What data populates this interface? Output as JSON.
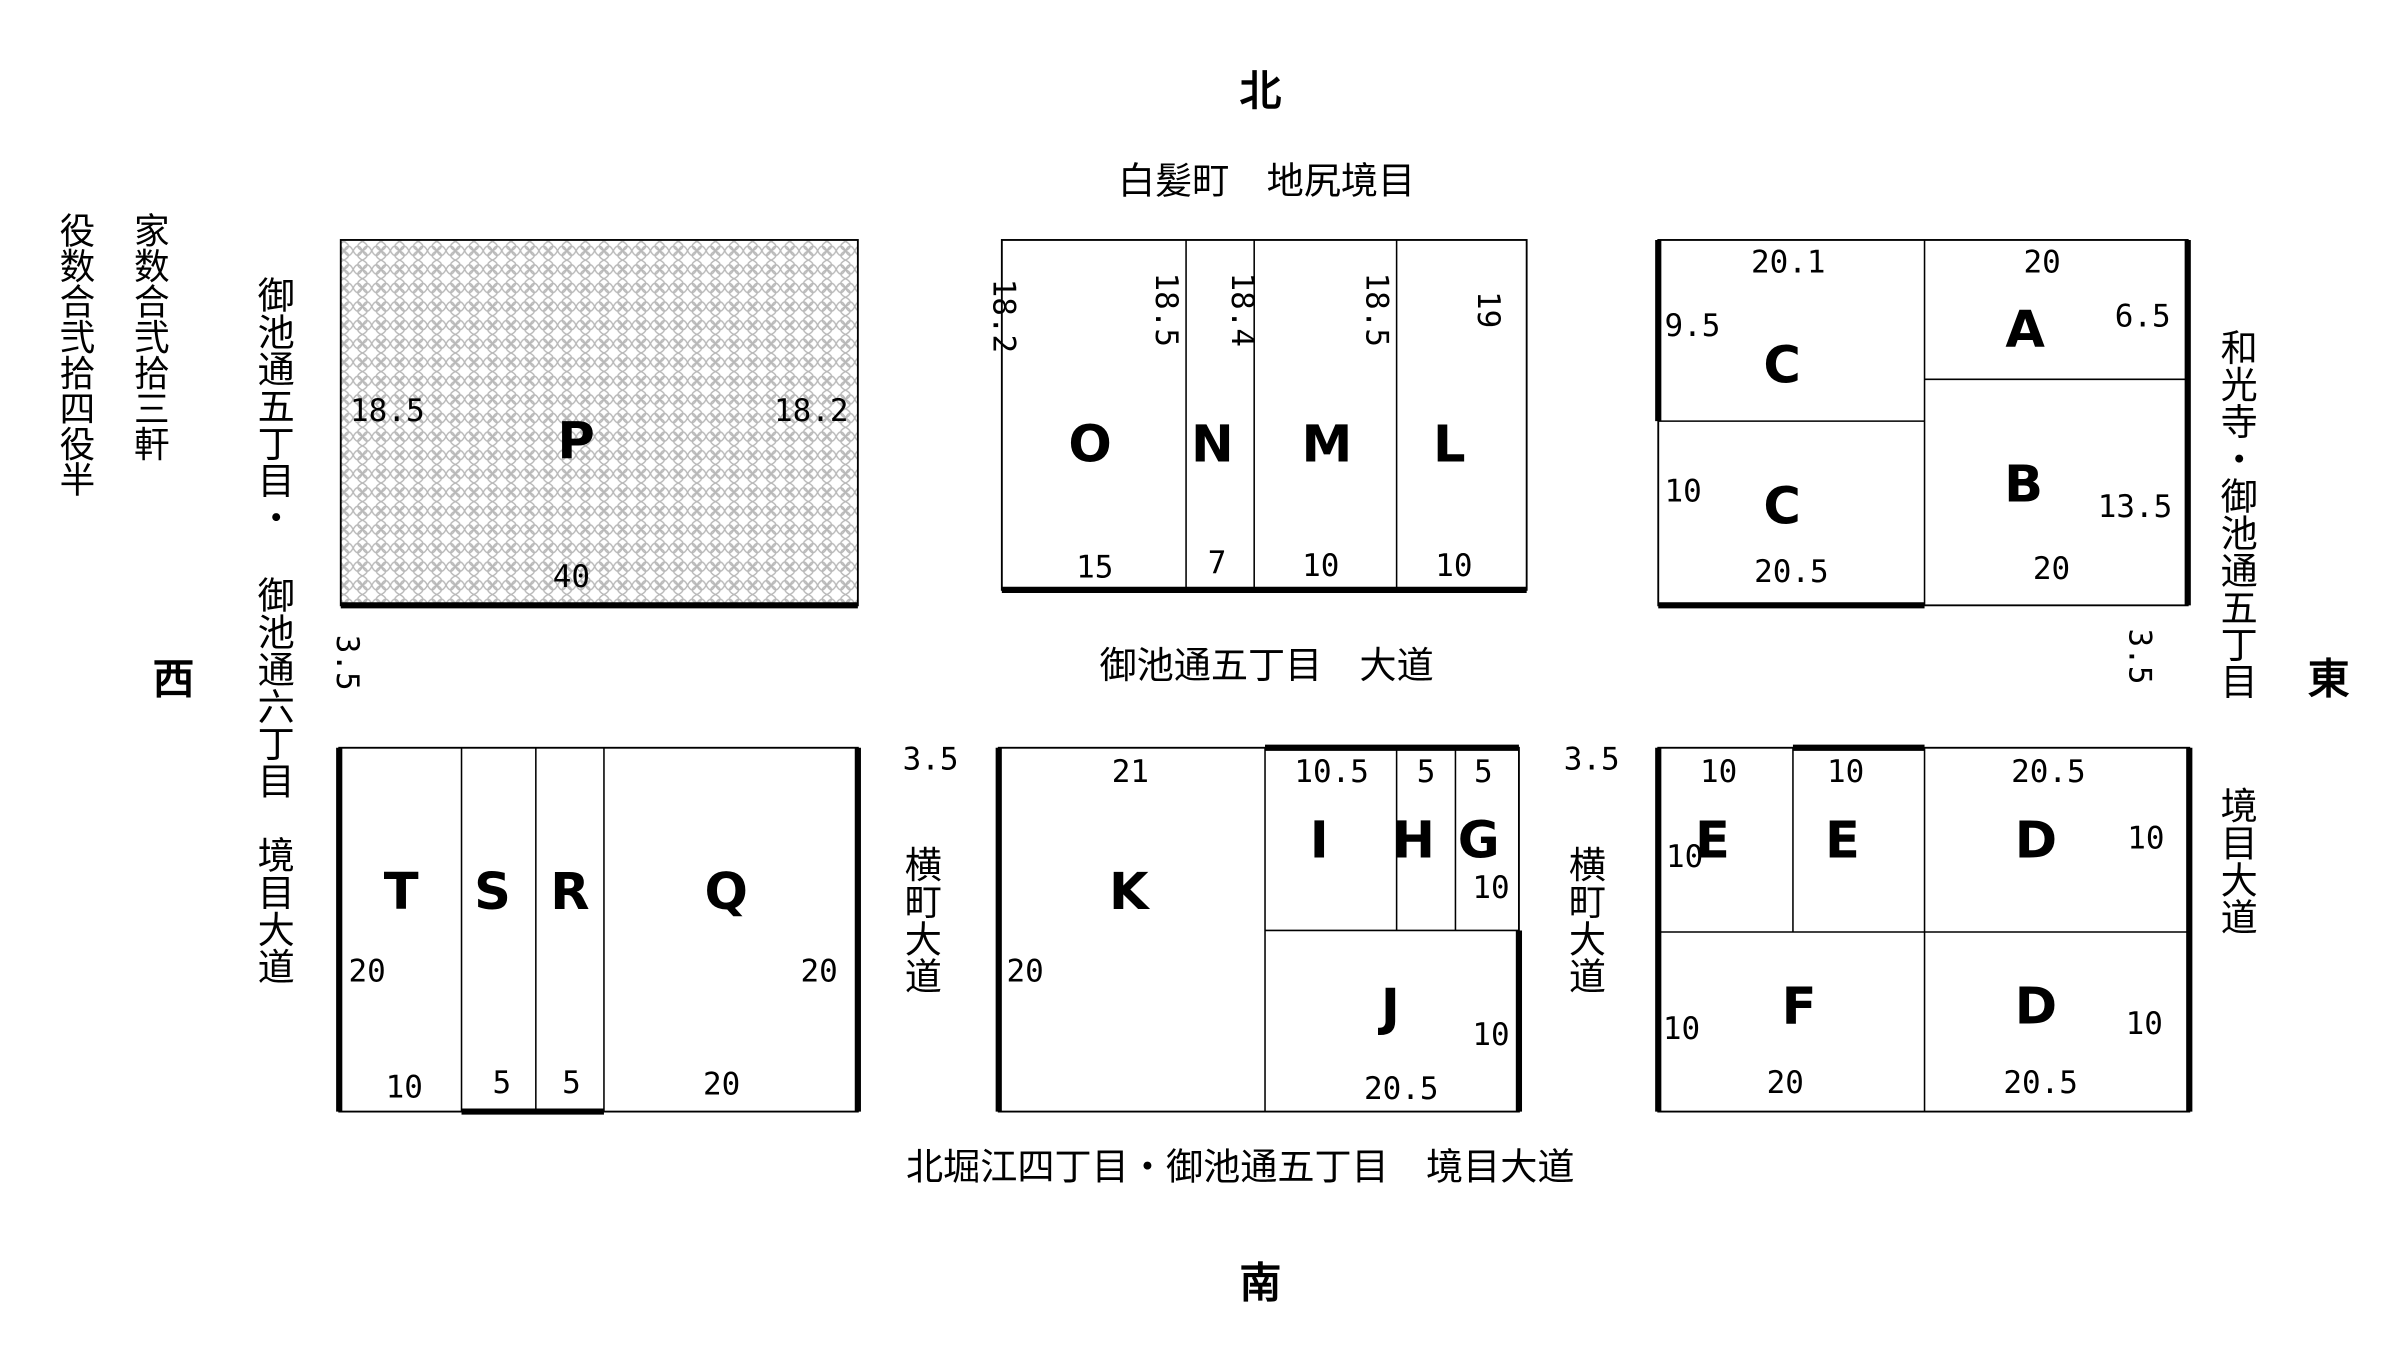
{
  "compass": {
    "north": "北",
    "south": "南",
    "east": "東",
    "west": "西"
  },
  "roads": {
    "top": "白髪町　地尻境目",
    "middle": "御池通五丁目　大道",
    "bottom": "北堀江四丁目・御池通五丁目　境目大道",
    "west_col1": "御池通五丁目・",
    "west_col2": "御池通六丁目　境目大道",
    "east_col1": "和光寺・御池通五丁目",
    "east_col2": "境目大道",
    "yoko_left": "横町大道",
    "yoko_right": "横町大道"
  },
  "summary": {
    "houses": "家数合弐拾三軒",
    "duties": "役数合弐拾四役半"
  },
  "lots": {
    "A": "A",
    "B": "B",
    "C1": "C",
    "C2": "C",
    "D1": "D",
    "D2": "D",
    "E1": "E",
    "E2": "E",
    "F": "F",
    "G": "G",
    "H": "H",
    "I": "I",
    "J": "J",
    "K": "K",
    "L": "L",
    "M": "M",
    "N": "N",
    "O": "O",
    "P": "P",
    "Q": "Q",
    "R": "R",
    "S": "S",
    "T": "T"
  },
  "dims": {
    "p_left": "18.5",
    "p_right": "18.2",
    "p_bottom": "40",
    "o_left": "18.2",
    "n_left": "18.5",
    "m_left": "18.4",
    "l_left": "18.5",
    "l_right": "19",
    "o_bottom": "15",
    "n_bottom": "7",
    "m_bottom": "10",
    "l_bottom": "10",
    "c1_top": "20.1",
    "c1_left": "9.5",
    "a_top": "20",
    "a_right": "6.5",
    "c2_left": "10",
    "c2_bottom": "20.5",
    "b_right": "13.5",
    "b_bottom": "20",
    "road_west": "3.5",
    "road_east": "3.5",
    "yoko_left": "3.5",
    "yoko_right": "3.5",
    "t_left": "20",
    "t_bottom": "10",
    "s_bottom": "5",
    "r_bottom": "5",
    "q_bottom": "20",
    "q_right": "20",
    "k_top": "21",
    "k_left": "20",
    "i_top": "10.5",
    "h_top": "5",
    "g_top": "5",
    "g_right": "10",
    "j_right": "10",
    "j_bottom": "20.5",
    "e1_top": "10",
    "e2_top": "10",
    "e1_left": "10",
    "d_top": "20.5",
    "d1_right": "10",
    "f_left": "10",
    "f_bottom": "20",
    "d2_right": "10",
    "d2_bottom": "20.5"
  }
}
